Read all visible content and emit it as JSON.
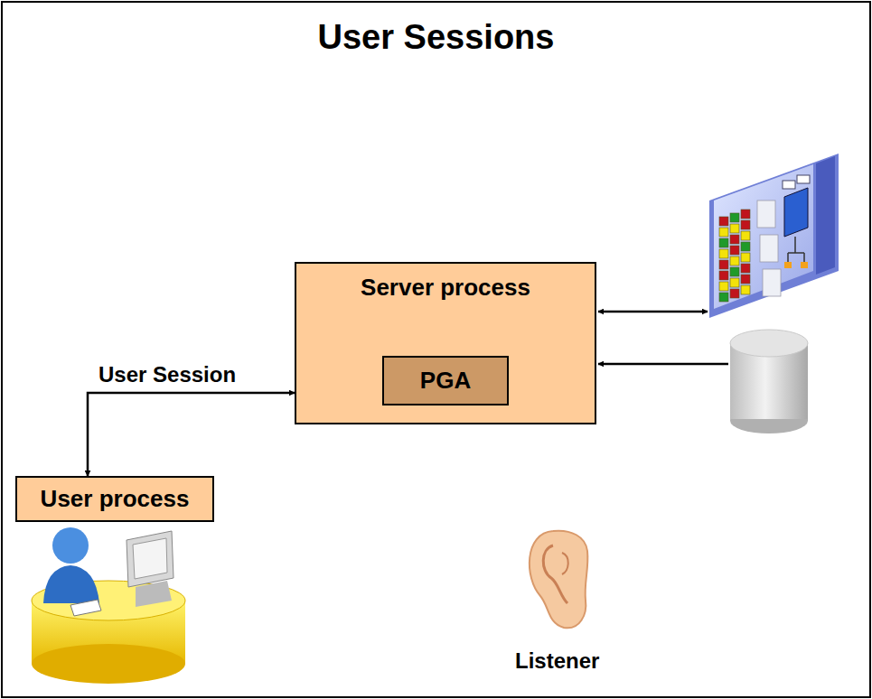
{
  "diagram": {
    "title": "User Sessions",
    "nodes": [
      {
        "text": [
          "Server process"
        ]
      },
      {
        "text": [
          "PGA"
        ],
        "in": 0
      },
      {
        "text": [
          "User process"
        ]
      }
    ],
    "edges": [
      {
        "from": 2,
        "to": 0,
        "label": "User Session",
        "arrow": "both"
      }
    ],
    "labels": [
      "Listener"
    ]
  }
}
